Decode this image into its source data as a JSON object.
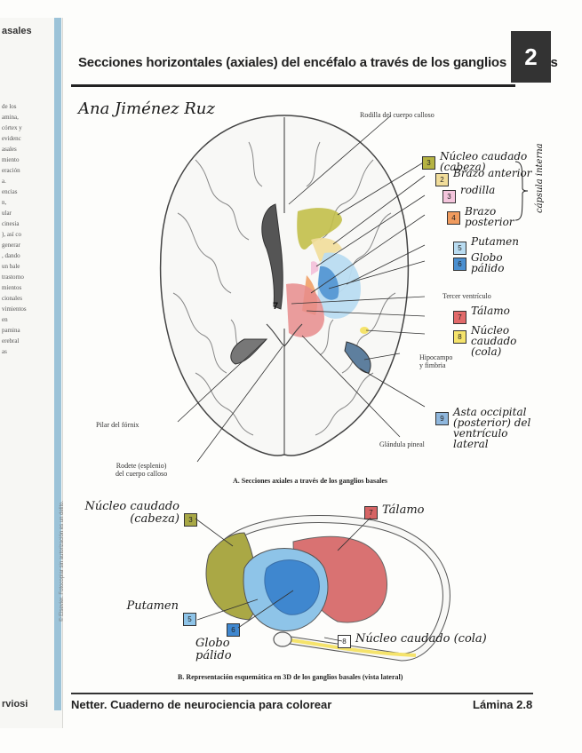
{
  "left_page": {
    "tab": "asales",
    "fragments": [
      "de los",
      "amina,",
      "córtex y",
      "evidenc",
      "asales",
      "miento",
      "eración",
      "a.",
      "encias",
      "n,",
      "ular",
      "cinesia",
      "), así co",
      "generar",
      ", dando",
      "un bale",
      "trastorno",
      "mientos",
      "cionales",
      "vimientos",
      "en",
      "pamina",
      "erebral",
      "as"
    ],
    "footer_fragment": "rviosi"
  },
  "header": {
    "title": "Secciones horizontales (axiales) del encéfalo a través de los ganglios basales",
    "plate_number": "2"
  },
  "student_name": "Ana Jiménez Ruz",
  "figure_a": {
    "printed_labels": {
      "rodilla_cuerpo_calloso": "Rodilla del cuerpo calloso",
      "tercer_ventriculo": "Tercer ventrículo",
      "hipocampo": "Hipocampo\ny fimbria",
      "pilar_fornix": "Pilar del fórnix",
      "rodete": "Rodete (esplenio)\ndel cuerpo calloso",
      "glandula_pineal": "Glándula pineal"
    },
    "ventricle_marker": "7",
    "caption": "A. Secciones axiales a través de los ganglios basales",
    "keys": [
      {
        "num": "3",
        "color": "#b5b342",
        "hand": "Núcleo caudado (cabeza)"
      },
      {
        "num": "2",
        "color": "#f1dd9a",
        "hand": "Brazo anterior"
      },
      {
        "num": "3",
        "color": "#f4c5dc",
        "hand": "rodilla"
      },
      {
        "num": "4",
        "color": "#f09b5e",
        "hand": "Brazo posterior"
      },
      {
        "num": "5",
        "color": "#b9dcf1",
        "hand": "Putamen"
      },
      {
        "num": "6",
        "color": "#4a8fd0",
        "hand": "Globo pálido"
      },
      {
        "num": "7",
        "color": "#e26a6a",
        "hand": "Tálamo"
      },
      {
        "num": "8",
        "color": "#f5e36b",
        "hand": "Núcleo caudado (cola)"
      },
      {
        "num": "9",
        "color": "#8fb7dd",
        "hand": "Asta occipital (posterior) del ventrículo lateral"
      }
    ],
    "bracket_note": "cápsula interna"
  },
  "figure_b": {
    "caption": "B. Representación esquemática en 3D de los ganglios basales (vista lateral)",
    "keys": [
      {
        "num": "3",
        "color": "#a8a845",
        "hand": "Núcleo caudado (cabeza)"
      },
      {
        "num": "7",
        "color": "#d66464",
        "hand": "Tálamo"
      },
      {
        "num": "5",
        "color": "#8ec4e8",
        "hand": "Putamen"
      },
      {
        "num": "6",
        "color": "#3f87cf",
        "hand": "Globo pálido"
      },
      {
        "num": "8",
        "color": "#ffffff",
        "hand": "Núcleo caudado (cola)"
      }
    ]
  },
  "footer": {
    "left": "Netter. Cuaderno de neurociencia para colorear",
    "right": "Lámina 2.8",
    "copyright": "© Elsevier. Fotocopiar sin autorización es un delito."
  }
}
